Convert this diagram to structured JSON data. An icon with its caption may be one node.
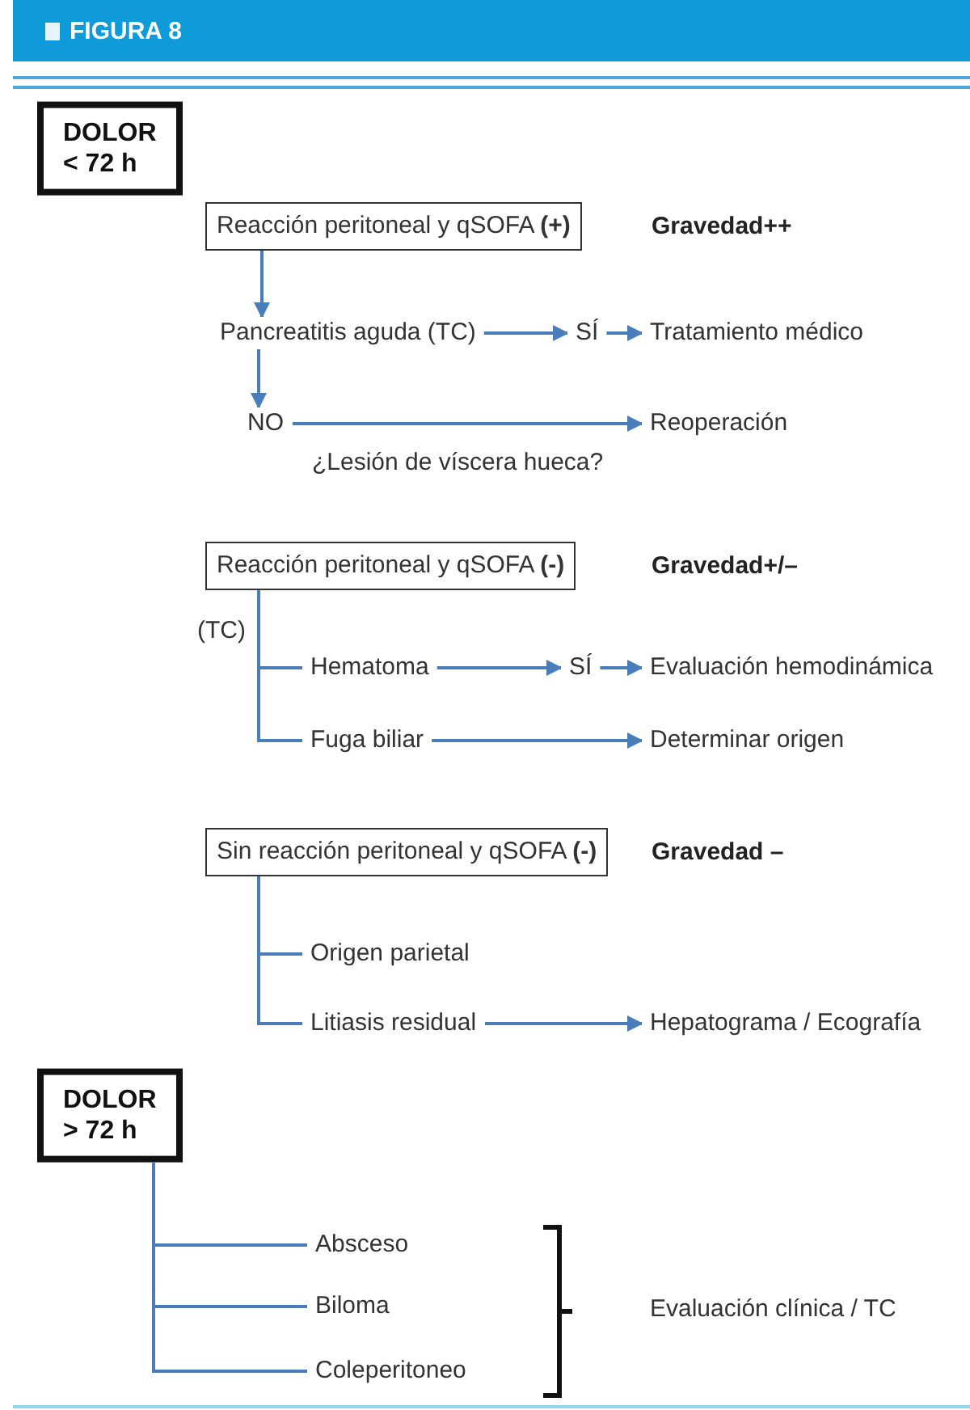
{
  "diagram": {
    "title": "FIGURA 8",
    "nodes": [
      {
        "text": [
          "DOLOR < 72 h"
        ]
      },
      {
        "text": [
          "Reacción peritoneal y qSOFA **(+)**"
        ],
        "beside": [
          "Gravedad++"
        ]
      },
      {
        "text": [
          "Pancreatitis aguda (TC)"
        ]
      },
      {
        "text": [
          "SÍ"
        ]
      },
      {
        "text": [
          "Tratamiento médico"
        ]
      },
      {
        "text": [
          "NO"
        ]
      },
      {
        "text": [
          "Reoperación"
        ]
      },
      {
        "text": [
          "Reacción peritoneal y qSOFA **(-)**"
        ],
        "beside": [
          "Gravedad+/–"
        ]
      },
      {
        "text": [
          "Hematoma"
        ]
      },
      {
        "text": [
          "SÍ"
        ]
      },
      {
        "text": [
          "Evaluación hemodinámica"
        ]
      },
      {
        "text": [
          "Fuga biliar"
        ]
      },
      {
        "text": [
          "Determinar origen"
        ]
      },
      {
        "text": [
          "Sin reacción peritoneal y qSOFA **(-)**"
        ],
        "beside": [
          "Gravedad –"
        ]
      },
      {
        "text": [
          "Origen parietal"
        ]
      },
      {
        "text": [
          "Litiasis residual"
        ]
      },
      {
        "text": [
          "Hepatograma / Ecografía"
        ]
      },
      {
        "text": [
          "DOLOR > 72 h"
        ]
      },
      {
        "text": [
          "Absceso"
        ]
      },
      {
        "text": [
          "Biloma"
        ]
      },
      {
        "text": [
          "Coleperitoneo"
        ]
      },
      {
        "text": [
          "Evaluación clínica / TC"
        ]
      }
    ],
    "edges": [
      {
        "from": 1,
        "to": 2,
        "arrow": "to"
      },
      {
        "from": 2,
        "to": 3,
        "arrow": "to"
      },
      {
        "from": 3,
        "to": 4,
        "arrow": "to"
      },
      {
        "from": 2,
        "to": 5,
        "arrow": "to"
      },
      {
        "from": 5,
        "to": 6,
        "arrow": "to",
        "label": "¿Lesión de víscera hueca?"
      },
      {
        "from": 7,
        "to": 8,
        "arrow": "none"
      },
      {
        "from": 8,
        "to": 9,
        "arrow": "to"
      },
      {
        "from": 9,
        "to": 10,
        "arrow": "to"
      },
      {
        "from": 7,
        "to": 11,
        "arrow": "none"
      },
      {
        "from": 11,
        "to": 12,
        "arrow": "to"
      },
      {
        "from": 13,
        "to": 14,
        "arrow": "none"
      },
      {
        "from": 13,
        "to": 15,
        "arrow": "none"
      },
      {
        "from": 15,
        "to": 16,
        "arrow": "to"
      },
      {
        "from": 17,
        "to": 18,
        "arrow": "none"
      },
      {
        "from": 17,
        "to": 19,
        "arrow": "none"
      },
      {
        "from": 17,
        "to": 20,
        "arrow": "none"
      }
    ],
    "labels": [
      "(TC)"
    ]
  }
}
